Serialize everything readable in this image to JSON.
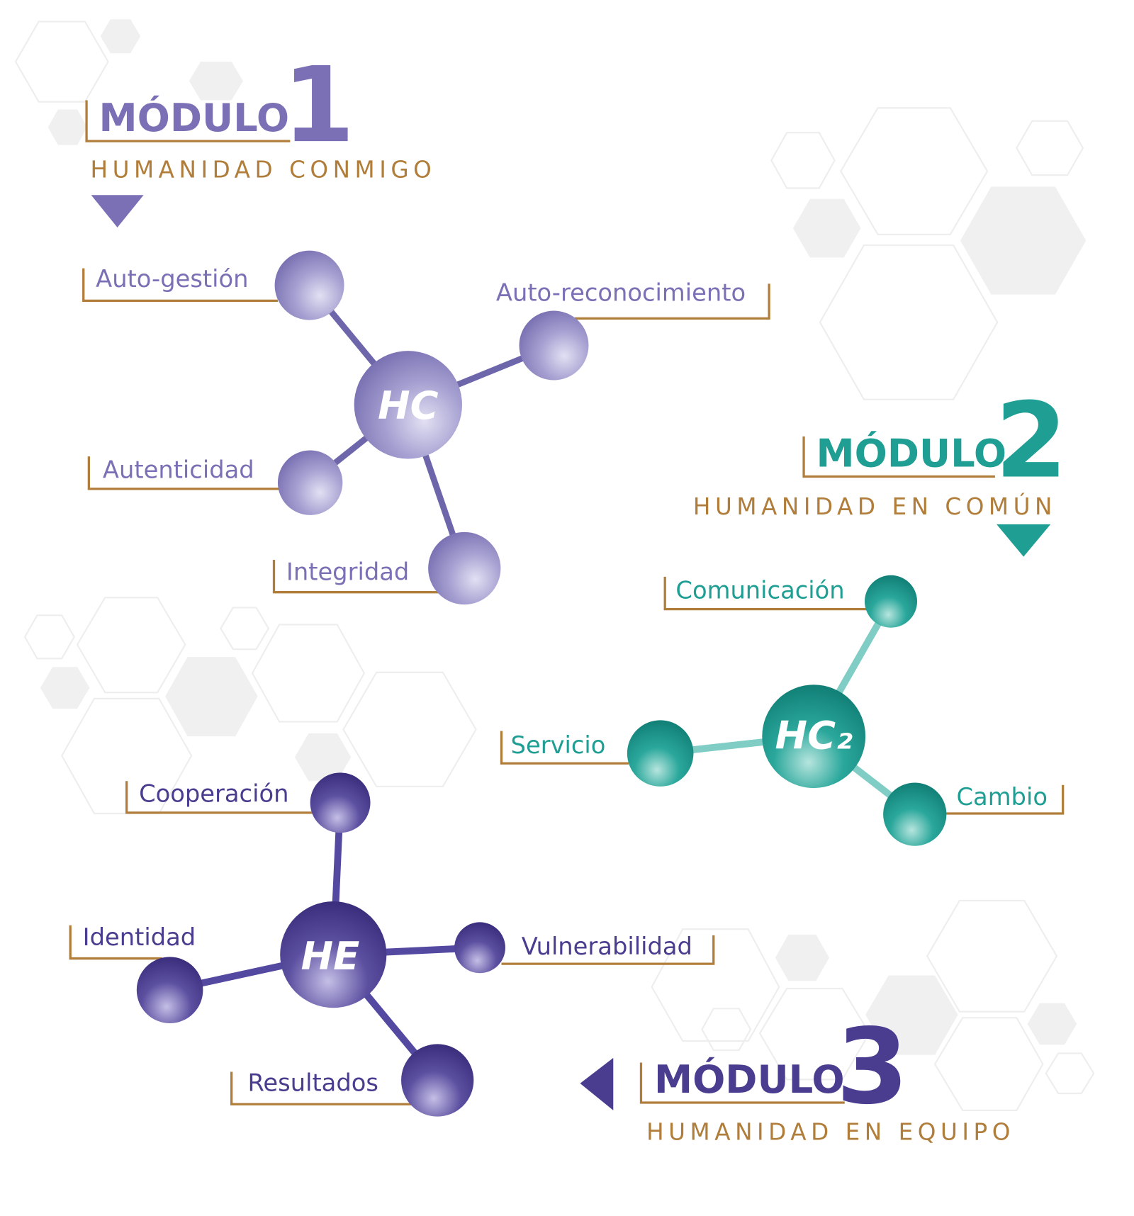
{
  "colors": {
    "module1": "#7b70b5",
    "module2": "#1f9e94",
    "module3": "#4a3d8f",
    "accent": "#b07d3a"
  },
  "module1": {
    "title": "MÓDULO",
    "number": "1",
    "subtitle": "HUMANIDAD CONMIGO",
    "core": "HC",
    "items": [
      "Auto-gestión",
      "Auto-reconocimiento",
      "Autenticidad",
      "Integridad"
    ]
  },
  "module2": {
    "title": "MÓDULO",
    "number": "2",
    "subtitle": "HUMANIDAD EN COMÚN",
    "core": "HC₂",
    "items": [
      "Comunicación",
      "Servicio",
      "Cambio"
    ]
  },
  "module3": {
    "title": "MÓDULO",
    "number": "3",
    "subtitle": "HUMANIDAD EN EQUIPO",
    "core": "HE",
    "items": [
      "Cooperación",
      "Identidad",
      "Vulnerabilidad",
      "Resultados"
    ]
  }
}
